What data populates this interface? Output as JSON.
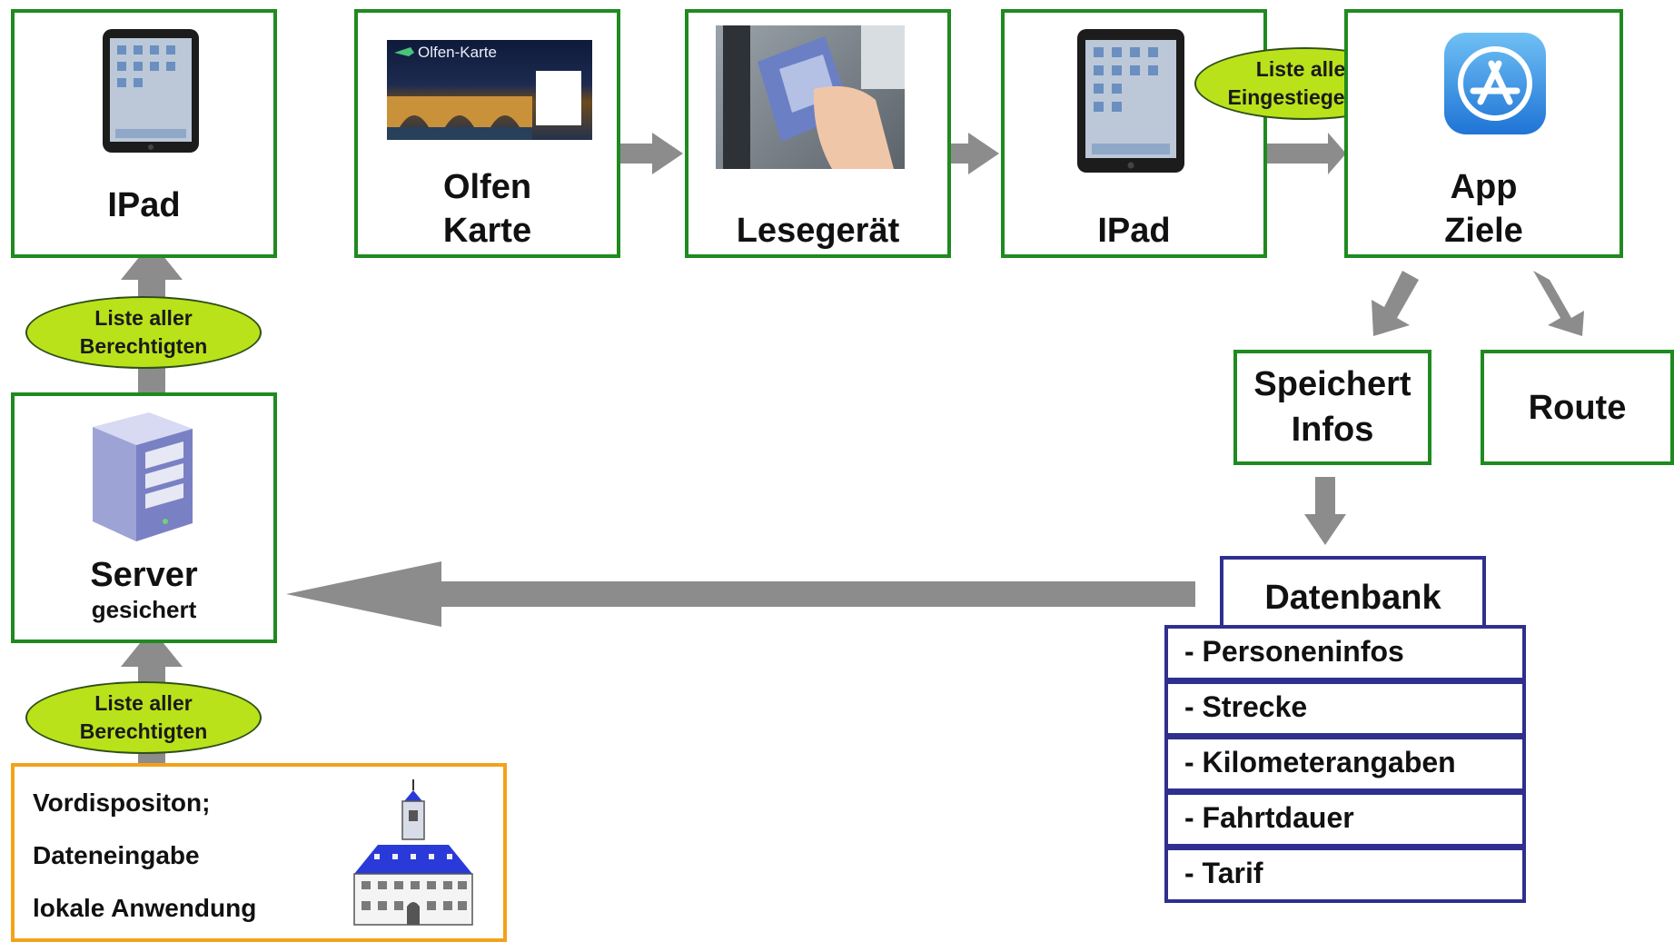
{
  "colors": {
    "box_border": "#1f8a1f",
    "db_border": "#2f2f8f",
    "local_border": "#f2a21b",
    "ellipse_fill": "#b9e21a",
    "arrow": "#8c8c8c"
  },
  "boxes": {
    "ipad_top": "IPad",
    "olfen_card_line1": "Olfen",
    "olfen_card_line2": "Karte",
    "olfen_card_image_text": "Olfen-Karte",
    "reader": "Lesegerät",
    "ipad_second": "IPad",
    "app_line1": "App",
    "app_line2": "Ziele",
    "speichert_line1": "Speichert",
    "speichert_line2": "Infos",
    "route": "Route",
    "server_title": "Server",
    "server_subtitle": "gesichert"
  },
  "ellipses": {
    "top_line1": "Liste aller",
    "top_line2": "Eingestiegenen",
    "upper_left_line1": "Liste aller",
    "upper_left_line2": "Berechtigten",
    "lower_left_line1": "Liste aller",
    "lower_left_line2": "Berechtigten"
  },
  "database": {
    "title": "Datenbank",
    "items": [
      "- Personeninfos",
      "- Strecke",
      "- Kilometerangaben",
      "- Fahrtdauer",
      "- Tarif"
    ]
  },
  "local_app": {
    "line1": "Vordispositon;",
    "line2": "Dateneingabe",
    "line3": "lokale Anwendung"
  },
  "icons": [
    "ipad-icon",
    "olfen-card-icon",
    "card-reader-icon",
    "app-store-icon",
    "server-tower-icon",
    "town-hall-icon"
  ]
}
